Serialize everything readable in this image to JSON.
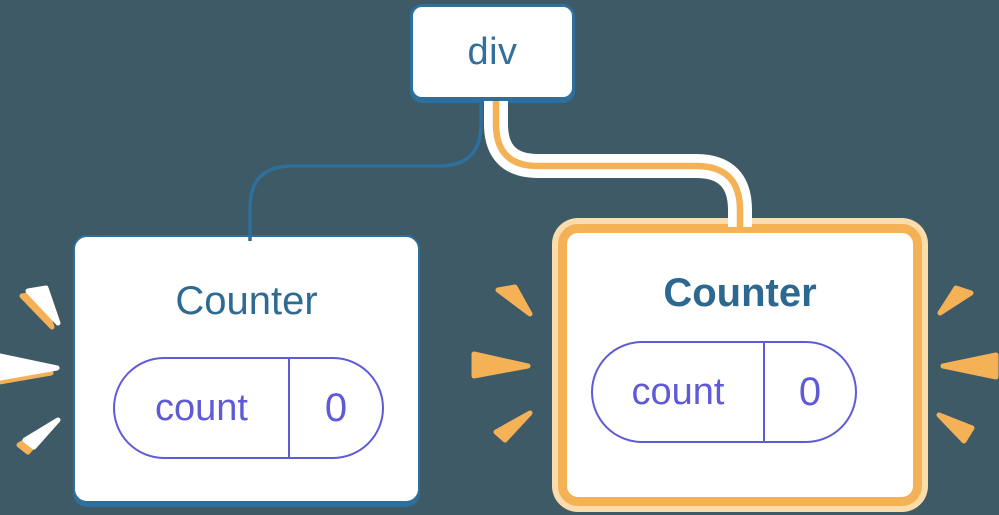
{
  "background": "#3d5a66",
  "colors": {
    "steel_blue": "#2e6f9c",
    "title_teal": "#2e6b93",
    "indigo": "#5f5bd7",
    "orange": "#f5b156",
    "peach": "#fbdcab",
    "burst_left": "#ffffff",
    "burst_right": "#f5b156",
    "card_fill": "#ffffff"
  },
  "tree": {
    "root": {
      "label": "div"
    },
    "children": [
      {
        "label": "Counter",
        "highlighted": false,
        "state": {
          "key": "count",
          "value": "0"
        }
      },
      {
        "label": "Counter",
        "highlighted": true,
        "state": {
          "key": "count",
          "value": "0"
        }
      }
    ]
  }
}
